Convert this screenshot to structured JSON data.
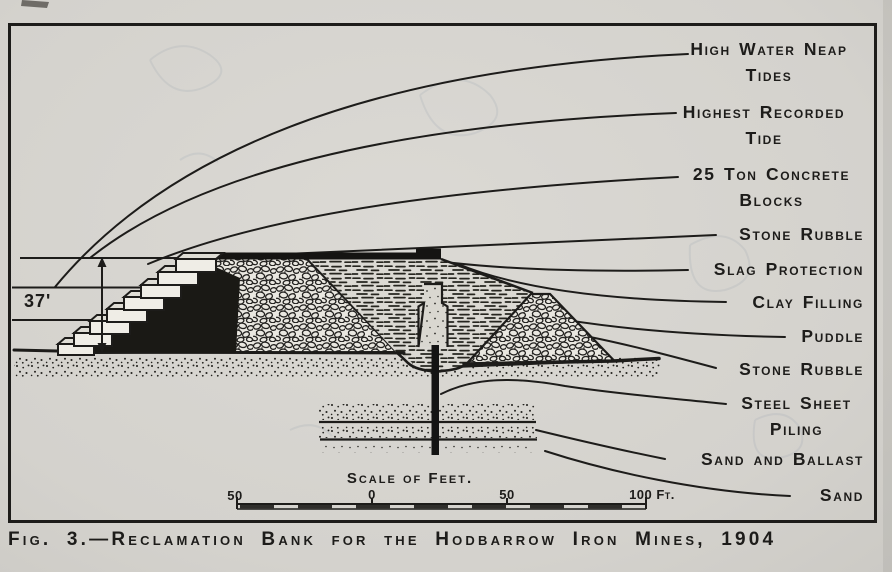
{
  "figure": {
    "caption": "Fig. 3.—Reclamation Bank for the Hodbarrow Iron Mines, 1904",
    "dimension_label": "37'",
    "callouts": [
      "High Water Neap Tides",
      "Highest Recorded Tide",
      "25 Ton Concrete Blocks",
      "Stone Rubble",
      "Slag Protection",
      "Clay Filling",
      "Puddle",
      "Stone Rubble",
      "Steel Sheet Piling",
      "Sand and Ballast",
      "Sand"
    ],
    "scale_bar": {
      "title": "Scale of Feet.",
      "tick_left": "50",
      "tick_zero": "0",
      "tick_mid": "50",
      "tick_right": "100 Ft."
    },
    "colors": {
      "paper": "#d6d4cf",
      "ink": "#1d1c1a"
    }
  }
}
